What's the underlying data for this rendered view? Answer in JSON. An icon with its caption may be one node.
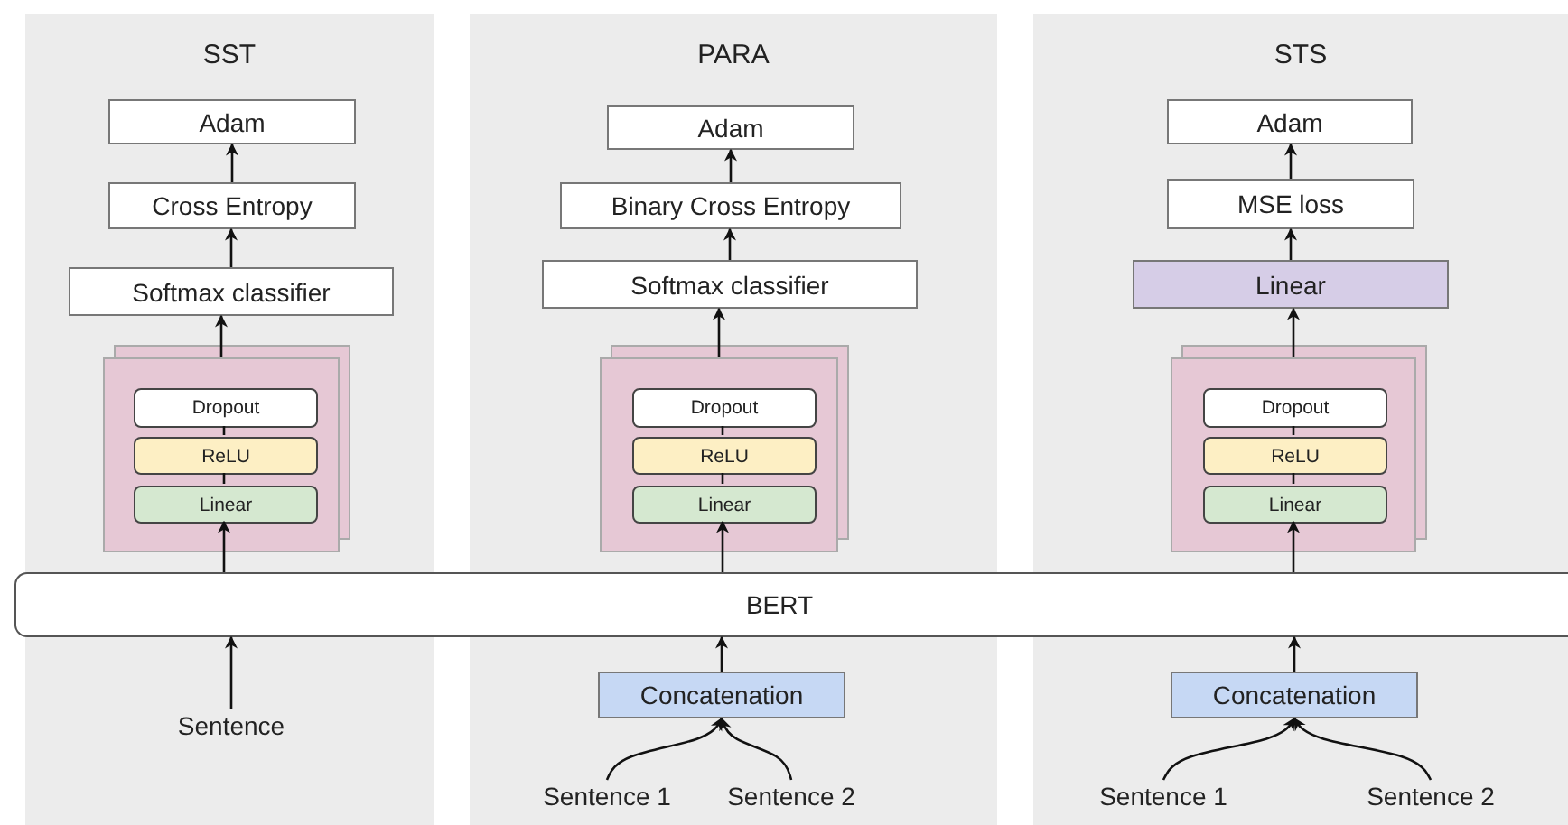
{
  "diagram": {
    "nodes": [
      {
        "text": [
          "SST"
        ]
      },
      {
        "text": [
          "Adam"
        ],
        "in": 0
      },
      {
        "text": [
          "Cross Entropy"
        ],
        "in": 0
      },
      {
        "text": [
          "Softmax classifier"
        ],
        "in": 0
      },
      {
        "text": [],
        "shape": "box",
        "in": 0
      },
      {
        "text": [
          "Dropout"
        ],
        "in": 4
      },
      {
        "text": [
          "ReLU"
        ],
        "in": 4
      },
      {
        "text": [
          "Linear"
        ],
        "in": 4
      },
      {
        "text": [
          "PARA"
        ]
      },
      {
        "text": [
          "Adam"
        ],
        "in": 8
      },
      {
        "text": [
          "Binary Cross Entropy"
        ],
        "in": 8
      },
      {
        "text": [
          "Softmax classifier"
        ],
        "in": 8
      },
      {
        "text": [],
        "shape": "box",
        "in": 8
      },
      {
        "text": [
          "Dropout"
        ],
        "in": 12
      },
      {
        "text": [
          "ReLU"
        ],
        "in": 12
      },
      {
        "text": [
          "Linear"
        ],
        "in": 12
      },
      {
        "text": [
          "STS"
        ]
      },
      {
        "text": [
          "Adam"
        ],
        "in": 16
      },
      {
        "text": [
          "MSE loss"
        ],
        "in": 16
      },
      {
        "text": [
          "Linear"
        ],
        "in": 16
      },
      {
        "text": [],
        "shape": "box",
        "in": 16
      },
      {
        "text": [
          "Dropout"
        ],
        "in": 20
      },
      {
        "text": [
          "ReLU"
        ],
        "in": 20
      },
      {
        "text": [
          "Linear"
        ],
        "in": 20
      },
      {
        "text": [
          "BERT"
        ]
      },
      {
        "text": [
          "Sentence"
        ],
        "in": 0
      },
      {
        "text": [
          "Concatenation"
        ],
        "in": 8
      },
      {
        "text": [
          "Sentence 1"
        ],
        "in": 8
      },
      {
        "text": [
          "Sentence 2"
        ],
        "in": 8
      },
      {
        "text": [
          "Concatenation"
        ],
        "in": 16
      },
      {
        "text": [
          "Sentence 1"
        ],
        "in": 16
      },
      {
        "text": [
          "Sentence 2"
        ],
        "in": 16
      }
    ],
    "edges": [
      {
        "from": 25,
        "to": 24,
        "arrow": "to"
      },
      {
        "from": 24,
        "to": 7,
        "arrow": "to"
      },
      {
        "from": 7,
        "to": 6,
        "arrow": "none"
      },
      {
        "from": 6,
        "to": 5,
        "arrow": "none"
      },
      {
        "from": 4,
        "to": 3,
        "arrow": "to"
      },
      {
        "from": 3,
        "to": 2,
        "arrow": "to"
      },
      {
        "from": 2,
        "to": 1,
        "arrow": "to"
      },
      {
        "from": 27,
        "to": 26,
        "arrow": "to"
      },
      {
        "from": 28,
        "to": 26,
        "arrow": "to"
      },
      {
        "from": 26,
        "to": 24,
        "arrow": "to"
      },
      {
        "from": 24,
        "to": 15,
        "arrow": "to"
      },
      {
        "from": 15,
        "to": 14,
        "arrow": "none"
      },
      {
        "from": 14,
        "to": 13,
        "arrow": "none"
      },
      {
        "from": 12,
        "to": 11,
        "arrow": "to"
      },
      {
        "from": 11,
        "to": 10,
        "arrow": "to"
      },
      {
        "from": 10,
        "to": 9,
        "arrow": "to"
      },
      {
        "from": 30,
        "to": 29,
        "arrow": "to"
      },
      {
        "from": 31,
        "to": 29,
        "arrow": "to"
      },
      {
        "from": 29,
        "to": 24,
        "arrow": "to"
      },
      {
        "from": 24,
        "to": 23,
        "arrow": "to"
      },
      {
        "from": 23,
        "to": 22,
        "arrow": "none"
      },
      {
        "from": 22,
        "to": 21,
        "arrow": "none"
      },
      {
        "from": 20,
        "to": 19,
        "arrow": "to"
      },
      {
        "from": 19,
        "to": 18,
        "arrow": "to"
      },
      {
        "from": 18,
        "to": 17,
        "arrow": "to"
      }
    ]
  }
}
